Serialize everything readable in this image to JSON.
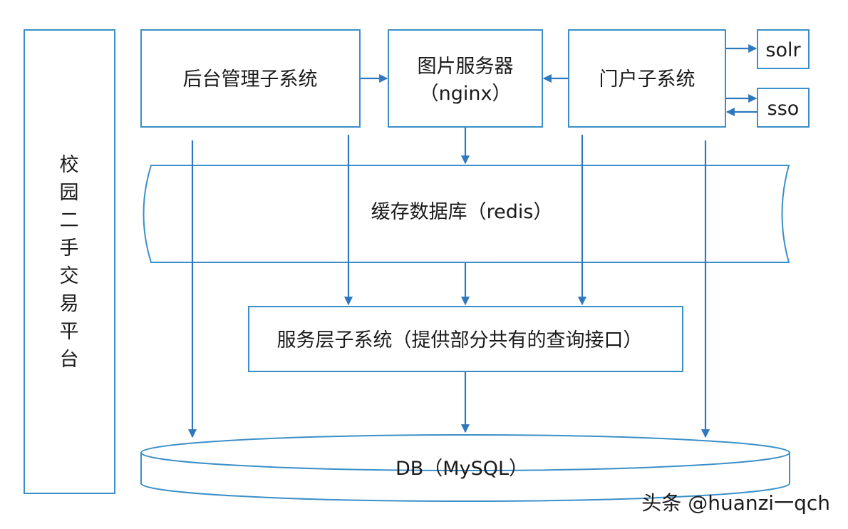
{
  "platform": {
    "label": "校园二手交易平台"
  },
  "boxes": {
    "admin": "后台管理子系统",
    "image_server": {
      "line1": "图片服务器",
      "line2": "（nginx）"
    },
    "portal": "门户子系统",
    "solr": "solr",
    "sso": "sso",
    "service_layer": "服务层子系统（提供部分共有的查询接口）"
  },
  "cache": {
    "label": "缓存数据库（redis）"
  },
  "database": {
    "label": "DB（MySQL）"
  },
  "watermark": "头条 @huanzi一qch",
  "colors": {
    "border": "#3b8fc8",
    "arrow": "#2f78bd",
    "text": "#1a1a1a"
  }
}
